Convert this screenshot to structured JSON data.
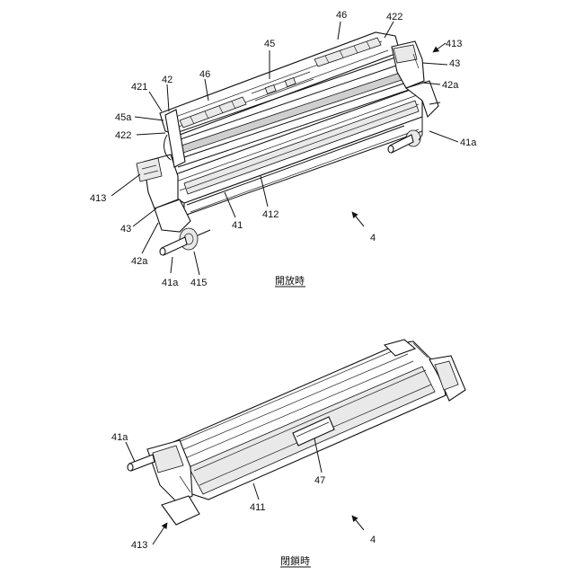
{
  "captions": {
    "open": "開放時",
    "closed": "閉鎖時"
  },
  "open_view_labels": {
    "l46_top": "46",
    "l422_top": "422",
    "l413_right": "413",
    "l45": "45",
    "l43_right": "43",
    "l42a_right": "42a",
    "l421": "421",
    "l42": "42",
    "l46_left": "46",
    "l45a": "45a",
    "l422_left": "422",
    "l41a_right": "41a",
    "l413_left": "413",
    "l412": "412",
    "l43_left": "43",
    "l41": "41",
    "l4": "4",
    "l42a_left": "42a",
    "l41a_left": "41a",
    "l415": "415"
  },
  "closed_view_labels": {
    "l41a": "41a",
    "l47": "47",
    "l411": "411",
    "l413": "413",
    "l4": "4"
  }
}
